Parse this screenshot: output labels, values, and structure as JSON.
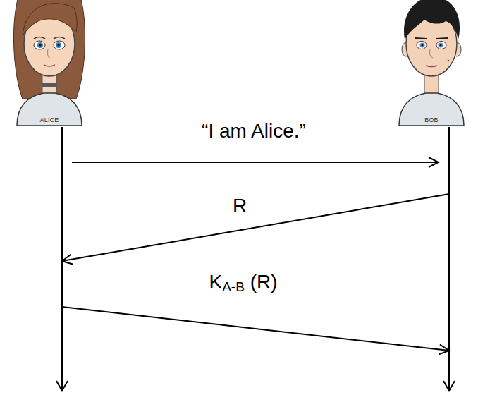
{
  "diagram": {
    "nodes": [
      {
        "text": [
          "ALICE"
        ]
      },
      {
        "text": [
          "BOB"
        ]
      }
    ],
    "edges": [
      {
        "from": 0,
        "to": 1,
        "arrow": "to",
        "label": "“I am Alice.”"
      },
      {
        "from": 1,
        "to": 0,
        "arrow": "to",
        "label": "R"
      },
      {
        "from": 0,
        "to": 1,
        "arrow": "to",
        "label": "KA-B (R)"
      }
    ]
  }
}
